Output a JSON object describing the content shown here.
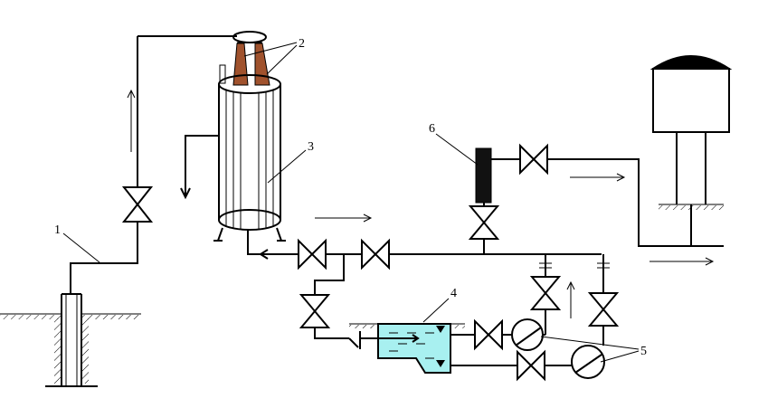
{
  "colors": {
    "line": "#000000",
    "burner": "#a0522d",
    "water": "#a8f0f0",
    "filter": "#111111",
    "background": "#ffffff"
  },
  "labels": {
    "l1": "1",
    "l2": "2",
    "l3": "3",
    "l4": "4",
    "l5": "5",
    "l6": "6"
  }
}
